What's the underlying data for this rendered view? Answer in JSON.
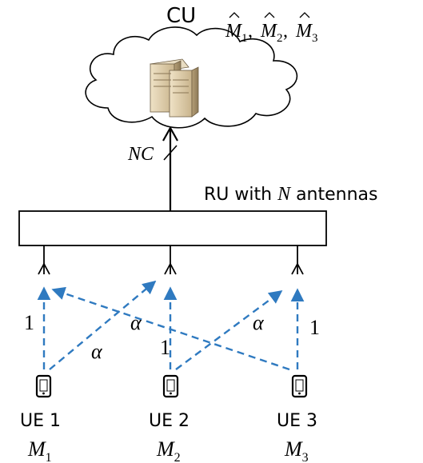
{
  "cu": {
    "label": "CU",
    "estimates": {
      "m1": {
        "base": "M",
        "sub": "1"
      },
      "m2": {
        "base": "M",
        "sub": "2"
      },
      "m3": {
        "base": "M",
        "sub": "3"
      },
      "sep": ", "
    }
  },
  "link": {
    "label": "NC"
  },
  "ru": {
    "label_prefix": "RU with ",
    "label_var": "N",
    "label_suffix": " antennas"
  },
  "gains": {
    "direct": "1",
    "cross": "α"
  },
  "ues": [
    {
      "label": "UE 1",
      "msg_base": "M",
      "msg_sub": "1"
    },
    {
      "label": "UE 2",
      "msg_base": "M",
      "msg_sub": "2"
    },
    {
      "label": "UE 3",
      "msg_base": "M",
      "msg_sub": "3"
    }
  ],
  "colors": {
    "dashed_link": "#2f7ac0",
    "line": "#000000",
    "cloud_fill": "#ffffff"
  }
}
